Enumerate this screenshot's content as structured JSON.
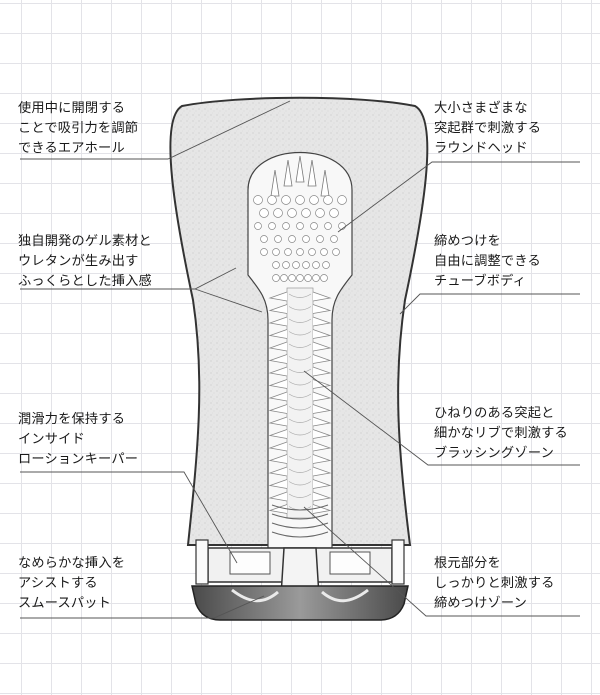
{
  "colors": {
    "background": "#ffffff",
    "grid": "#e3e3e8",
    "outline": "#333333",
    "body_fill": "#e9e9e9",
    "inner_fill": "#f7f7f7",
    "base_dark": "#6a6a6a",
    "leader_line": "#555555",
    "text": "#1a1a1a"
  },
  "callouts": {
    "left": [
      {
        "id": "air-hole",
        "lines": [
          "使用中に開閉する",
          "ことで吸引力を調節",
          "できるエアホール"
        ]
      },
      {
        "id": "gel-material",
        "lines": [
          "独自開発のゲル素材と",
          "ウレタンが生み出す",
          "ふっくらとした挿入感"
        ]
      },
      {
        "id": "lotion-keeper",
        "lines": [
          "潤滑力を保持する",
          "インサイド",
          "ローションキーパー"
        ]
      },
      {
        "id": "smooth-pad",
        "lines": [
          "なめらかな挿入を",
          "アシストする",
          "スムースパット"
        ]
      }
    ],
    "right": [
      {
        "id": "round-head",
        "lines": [
          "大小さまざまな",
          "突起群で刺激する",
          "ラウンドヘッド"
        ]
      },
      {
        "id": "tube-body",
        "lines": [
          "締めつけを",
          "自由に調整できる",
          "チューブボディ"
        ]
      },
      {
        "id": "brushing-zone",
        "lines": [
          "ひねりのある突起と",
          "細かなリブで刺激する",
          "ブラッシングゾーン"
        ]
      },
      {
        "id": "base-zone",
        "lines": [
          "根元部分を",
          "しっかりと刺激する",
          "締めつけゾーン"
        ]
      }
    ]
  }
}
